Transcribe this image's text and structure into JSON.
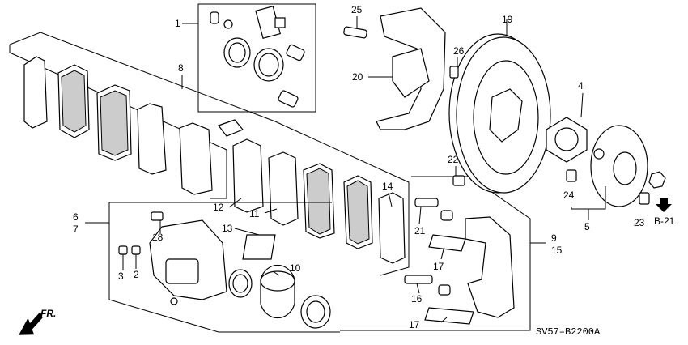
{
  "diagram": {
    "code": "SV57–B2200A",
    "direction_label": "FR.",
    "ref_label": "B-21",
    "callouts": [
      {
        "id": "c1",
        "text": "1"
      },
      {
        "id": "c2",
        "text": "2"
      },
      {
        "id": "c3",
        "text": "3"
      },
      {
        "id": "c4",
        "text": "4"
      },
      {
        "id": "c5",
        "text": "5"
      },
      {
        "id": "c6",
        "text": "6"
      },
      {
        "id": "c7",
        "text": "7"
      },
      {
        "id": "c8",
        "text": "8"
      },
      {
        "id": "c9",
        "text": "9"
      },
      {
        "id": "c10",
        "text": "10"
      },
      {
        "id": "c11",
        "text": "11"
      },
      {
        "id": "c12",
        "text": "12"
      },
      {
        "id": "c13",
        "text": "13"
      },
      {
        "id": "c14",
        "text": "14"
      },
      {
        "id": "c15",
        "text": "15"
      },
      {
        "id": "c16",
        "text": "16"
      },
      {
        "id": "c17a",
        "text": "17"
      },
      {
        "id": "c17b",
        "text": "17"
      },
      {
        "id": "c18",
        "text": "18"
      },
      {
        "id": "c19",
        "text": "19"
      },
      {
        "id": "c20",
        "text": "20"
      },
      {
        "id": "c21",
        "text": "21"
      },
      {
        "id": "c22",
        "text": "22"
      },
      {
        "id": "c23",
        "text": "23"
      },
      {
        "id": "c24",
        "text": "24"
      },
      {
        "id": "c25",
        "text": "25"
      },
      {
        "id": "c26",
        "text": "26"
      }
    ]
  }
}
